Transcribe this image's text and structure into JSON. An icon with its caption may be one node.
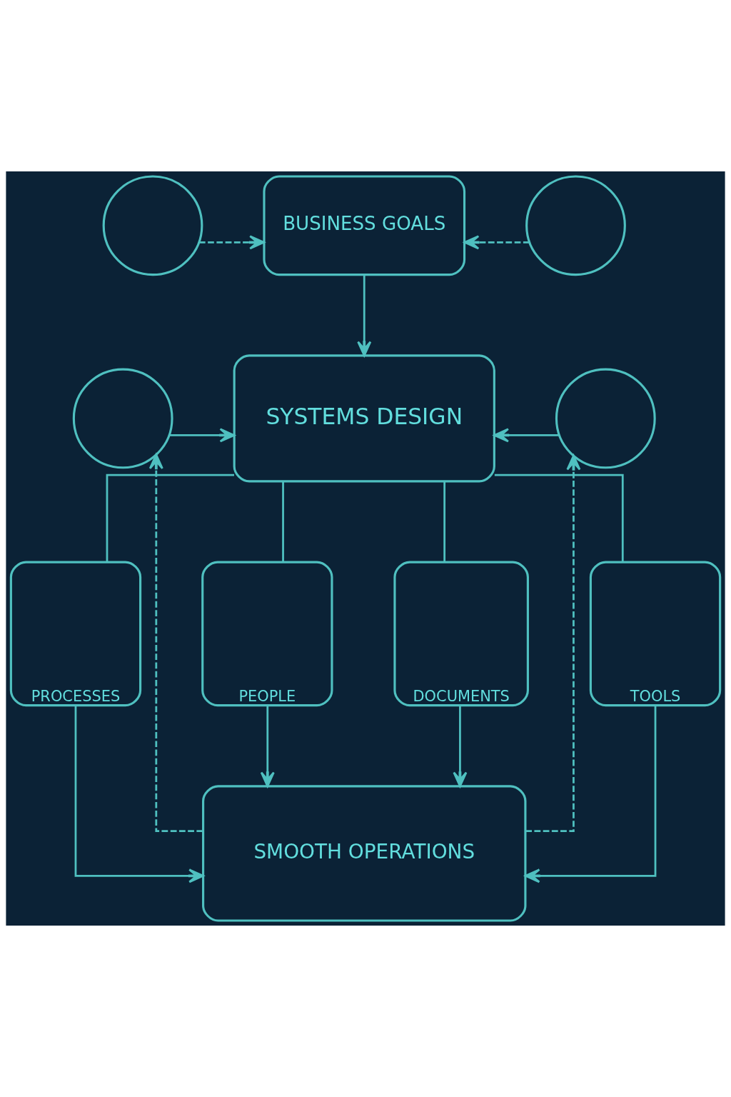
{
  "diagram": {
    "nodes": [
      {
        "text": [],
        "shape": "circle"
      },
      {
        "text": [
          "BUSINESS GOALS"
        ]
      },
      {
        "text": [],
        "shape": "circle"
      },
      {
        "text": [],
        "shape": "circle"
      },
      {
        "text": [
          "SYSTEMS DESIGN"
        ]
      },
      {
        "text": [],
        "shape": "circle"
      },
      {
        "text": [
          "PROCESSES"
        ]
      },
      {
        "text": [
          "PEOPLE"
        ]
      },
      {
        "text": [
          "DOCUMENTS"
        ]
      },
      {
        "text": [
          "TOOLS"
        ]
      },
      {
        "text": [
          "SMOOTH OPERATIONS"
        ]
      }
    ],
    "edges": [
      {
        "from": 0,
        "to": 1,
        "arrow": "to",
        "style": "dashed"
      },
      {
        "from": 2,
        "to": 1,
        "arrow": "to",
        "style": "dashed"
      },
      {
        "from": 1,
        "to": 4,
        "arrow": "to"
      },
      {
        "from": 3,
        "to": 4,
        "arrow": "to"
      },
      {
        "from": 5,
        "to": 4,
        "arrow": "to"
      },
      {
        "from": 4,
        "to": 6,
        "arrow": "none"
      },
      {
        "from": 4,
        "to": 7,
        "arrow": "none"
      },
      {
        "from": 4,
        "to": 8,
        "arrow": "none"
      },
      {
        "from": 4,
        "to": 9,
        "arrow": "none"
      },
      {
        "from": 6,
        "to": 10,
        "arrow": "to"
      },
      {
        "from": 7,
        "to": 10,
        "arrow": "to"
      },
      {
        "from": 8,
        "to": 10,
        "arrow": "to"
      },
      {
        "from": 9,
        "to": 10,
        "arrow": "to"
      },
      {
        "from": 10,
        "to": 3,
        "arrow": "to",
        "style": "dashed"
      },
      {
        "from": 10,
        "to": 5,
        "arrow": "to",
        "style": "dashed"
      }
    ]
  }
}
